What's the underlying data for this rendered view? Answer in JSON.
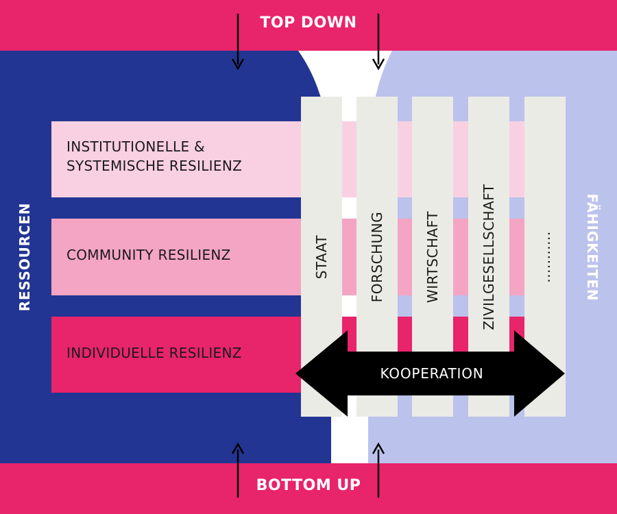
{
  "bands": {
    "top": "TOP DOWN",
    "bottom": "BOTTOM UP"
  },
  "sides": {
    "left": "RESSOURCEN",
    "right": "FÄHIGKEITEN"
  },
  "rows": {
    "institutional_line1": "INSTITUTIONELLE &",
    "institutional_line2": "SYSTEMISCHE RESILIENZ",
    "community": "COMMUNITY RESILIENZ",
    "individual": "INDIVIDUELLE RESILIENZ"
  },
  "columns": {
    "staat": "STAAT",
    "forschung": "FORSCHUNG",
    "wirtschaft": "WIRTSCHAFT",
    "zivilgesellschaft": "ZIVILGESELLSCHAFT",
    "more": "..........."
  },
  "cooperation": "KOOPERATION",
  "colors": {
    "magenta": "#e8246b",
    "navy": "#233592",
    "lavender": "#bbc2ec",
    "pink_light": "#f8d0e1",
    "pink_mid": "#f4a5c3",
    "column": "#ebebe5",
    "arrow": "#000000"
  }
}
